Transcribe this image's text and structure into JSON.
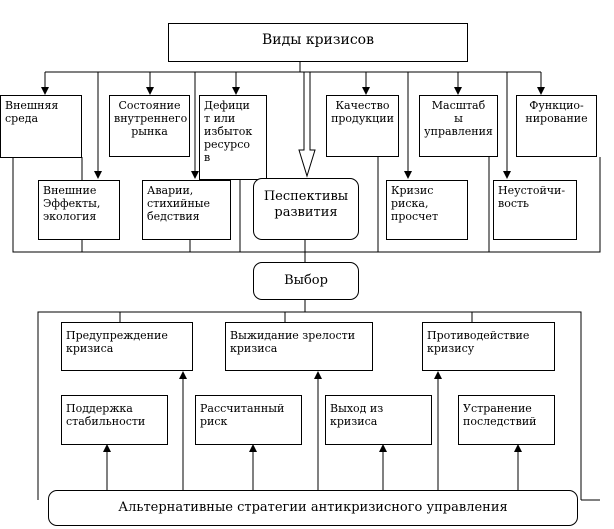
{
  "diagram": {
    "title": "Виды кризисов",
    "crisis_types": [
      "Внешняя\nсреда",
      "Состояние\nвнутреннего\nрынка",
      "Дефици\nт или\nизбыток\nресурсо\nв",
      "Качество\nпродукции",
      "Масштаб\nы\nуправления",
      "Функцио-\nнирование"
    ],
    "crisis_subtypes": [
      "Внешние\nЭффекты,\nэкология",
      "Аварии,\nстихийные\nбедствия",
      "Кризис\nриска,\nпросчет",
      "Неустойчи-\nвость"
    ],
    "perspectives": "Песпективы\nразвития",
    "choice": "Выбор",
    "strategies": [
      "Предупреждение\nкризиса",
      "Выжидание зрелости\nкризиса",
      "Противодействие\nкризису",
      "Поддержка\nстабильности",
      "Рассчитанный\nриск",
      "Выход из\nкризиса",
      "Устранение\nпоследствий"
    ],
    "bottom": "Альтернативные стратегии антикризисного управления"
  }
}
